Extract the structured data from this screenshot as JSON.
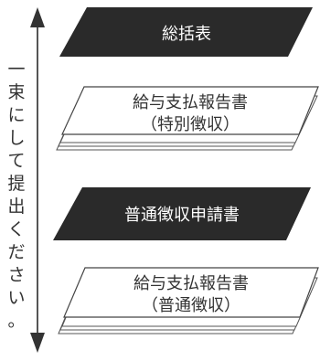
{
  "side_label": [
    "一",
    "束",
    "に",
    "し",
    "て",
    "提",
    "出",
    "く",
    "だ",
    "さ",
    "い",
    "。"
  ],
  "items": [
    {
      "style": "dark",
      "lines": [
        "総括表"
      ]
    },
    {
      "style": "stack",
      "lines": [
        "給与支払報告書",
        "（特別徴収）"
      ]
    },
    {
      "style": "dark",
      "lines": [
        "普通徴収申請書"
      ]
    },
    {
      "style": "stack",
      "lines": [
        "給与支払報告書",
        "（普通徴収）"
      ]
    }
  ],
  "colors": {
    "dark_fill": "#2a2a2a",
    "dark_text": "#ffffff",
    "line": "#444444",
    "text": "#333333",
    "arrow": "#555555"
  }
}
